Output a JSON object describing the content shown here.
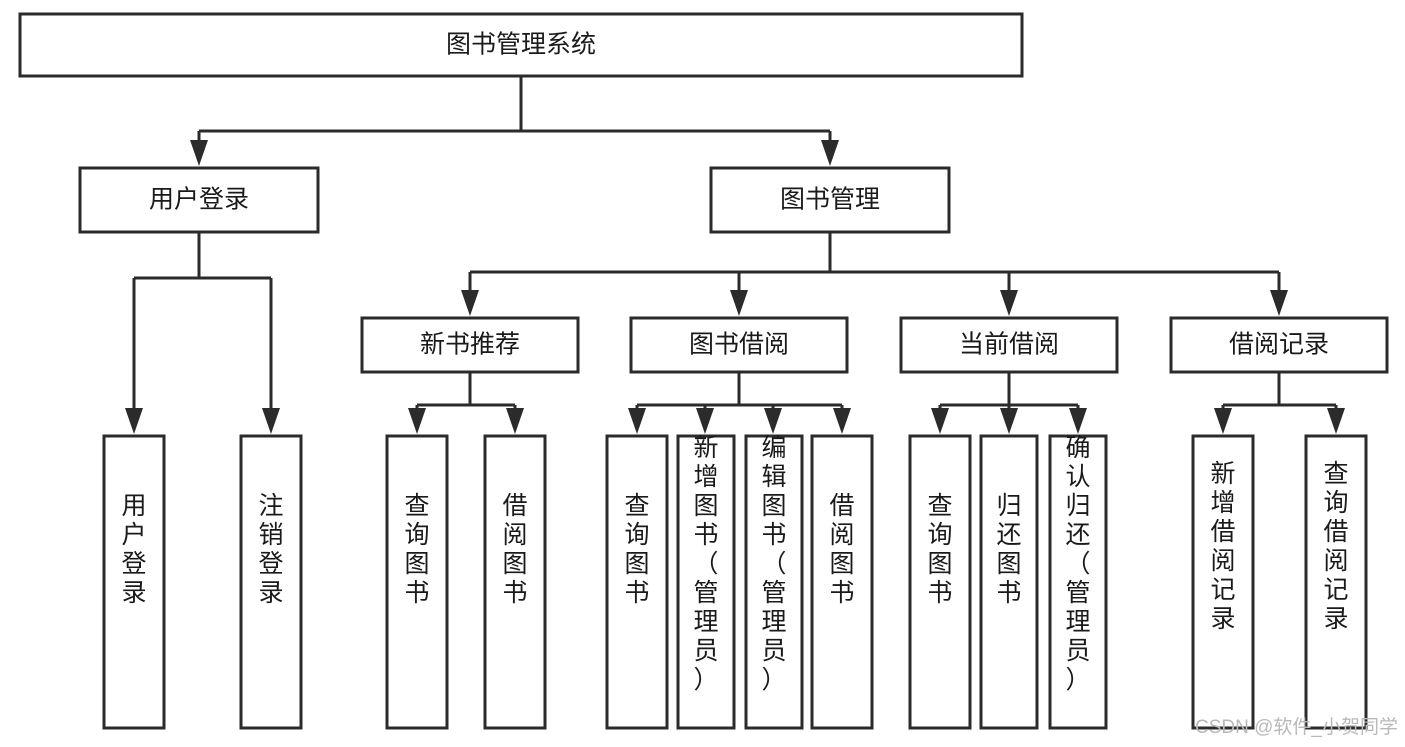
{
  "diagram": {
    "title": "图书管理系统",
    "type": "hierarchy-tree",
    "root": {
      "id": "root",
      "label": "图书管理系统",
      "orientation": "horizontal"
    },
    "level1": [
      {
        "id": "user-login",
        "label": "用户登录",
        "orientation": "horizontal"
      },
      {
        "id": "book-management",
        "label": "图书管理",
        "orientation": "horizontal"
      }
    ],
    "level2": [
      {
        "id": "new-book-recommend",
        "label": "新书推荐",
        "orientation": "horizontal",
        "parent": "book-management"
      },
      {
        "id": "book-borrow",
        "label": "图书借阅",
        "orientation": "horizontal",
        "parent": "book-management"
      },
      {
        "id": "current-borrow",
        "label": "当前借阅",
        "orientation": "horizontal",
        "parent": "book-management"
      },
      {
        "id": "borrow-record",
        "label": "借阅记录",
        "orientation": "horizontal",
        "parent": "book-management"
      }
    ],
    "leaves": [
      {
        "id": "leaf-user-login",
        "label": "用户登录",
        "orientation": "vertical",
        "parent": "user-login"
      },
      {
        "id": "leaf-user-logout",
        "label": "注销登录",
        "orientation": "vertical",
        "parent": "user-login"
      },
      {
        "id": "leaf-query-book-1",
        "label": "查询图书",
        "orientation": "vertical",
        "parent": "new-book-recommend"
      },
      {
        "id": "leaf-borrow-book-1",
        "label": "借阅图书",
        "orientation": "vertical",
        "parent": "new-book-recommend"
      },
      {
        "id": "leaf-query-book-2",
        "label": "查询图书",
        "orientation": "vertical",
        "parent": "book-borrow"
      },
      {
        "id": "leaf-add-book",
        "label": "新增图书（管理员）",
        "orientation": "vertical",
        "parent": "book-borrow"
      },
      {
        "id": "leaf-edit-book",
        "label": "编辑图书（管理员）",
        "orientation": "vertical",
        "parent": "book-borrow"
      },
      {
        "id": "leaf-borrow-book-2",
        "label": "借阅图书",
        "orientation": "vertical",
        "parent": "book-borrow"
      },
      {
        "id": "leaf-query-book-3",
        "label": "查询图书",
        "orientation": "vertical",
        "parent": "current-borrow"
      },
      {
        "id": "leaf-return-book",
        "label": "归还图书",
        "orientation": "vertical",
        "parent": "current-borrow"
      },
      {
        "id": "leaf-confirm-return",
        "label": "确认归还（管理员）",
        "orientation": "vertical",
        "parent": "current-borrow"
      },
      {
        "id": "leaf-add-record",
        "label": "新增借阅记录",
        "orientation": "vertical",
        "parent": "borrow-record"
      },
      {
        "id": "leaf-query-record",
        "label": "查询借阅记录",
        "orientation": "vertical",
        "parent": "borrow-record"
      }
    ]
  },
  "watermark": {
    "text": "CSDN @软件_小贺同学"
  },
  "colors": {
    "stroke": "#2b2b2b",
    "fill": "#ffffff",
    "text": "#1a1a1a",
    "watermark": "#b9b9b9",
    "background": "#ffffff"
  }
}
